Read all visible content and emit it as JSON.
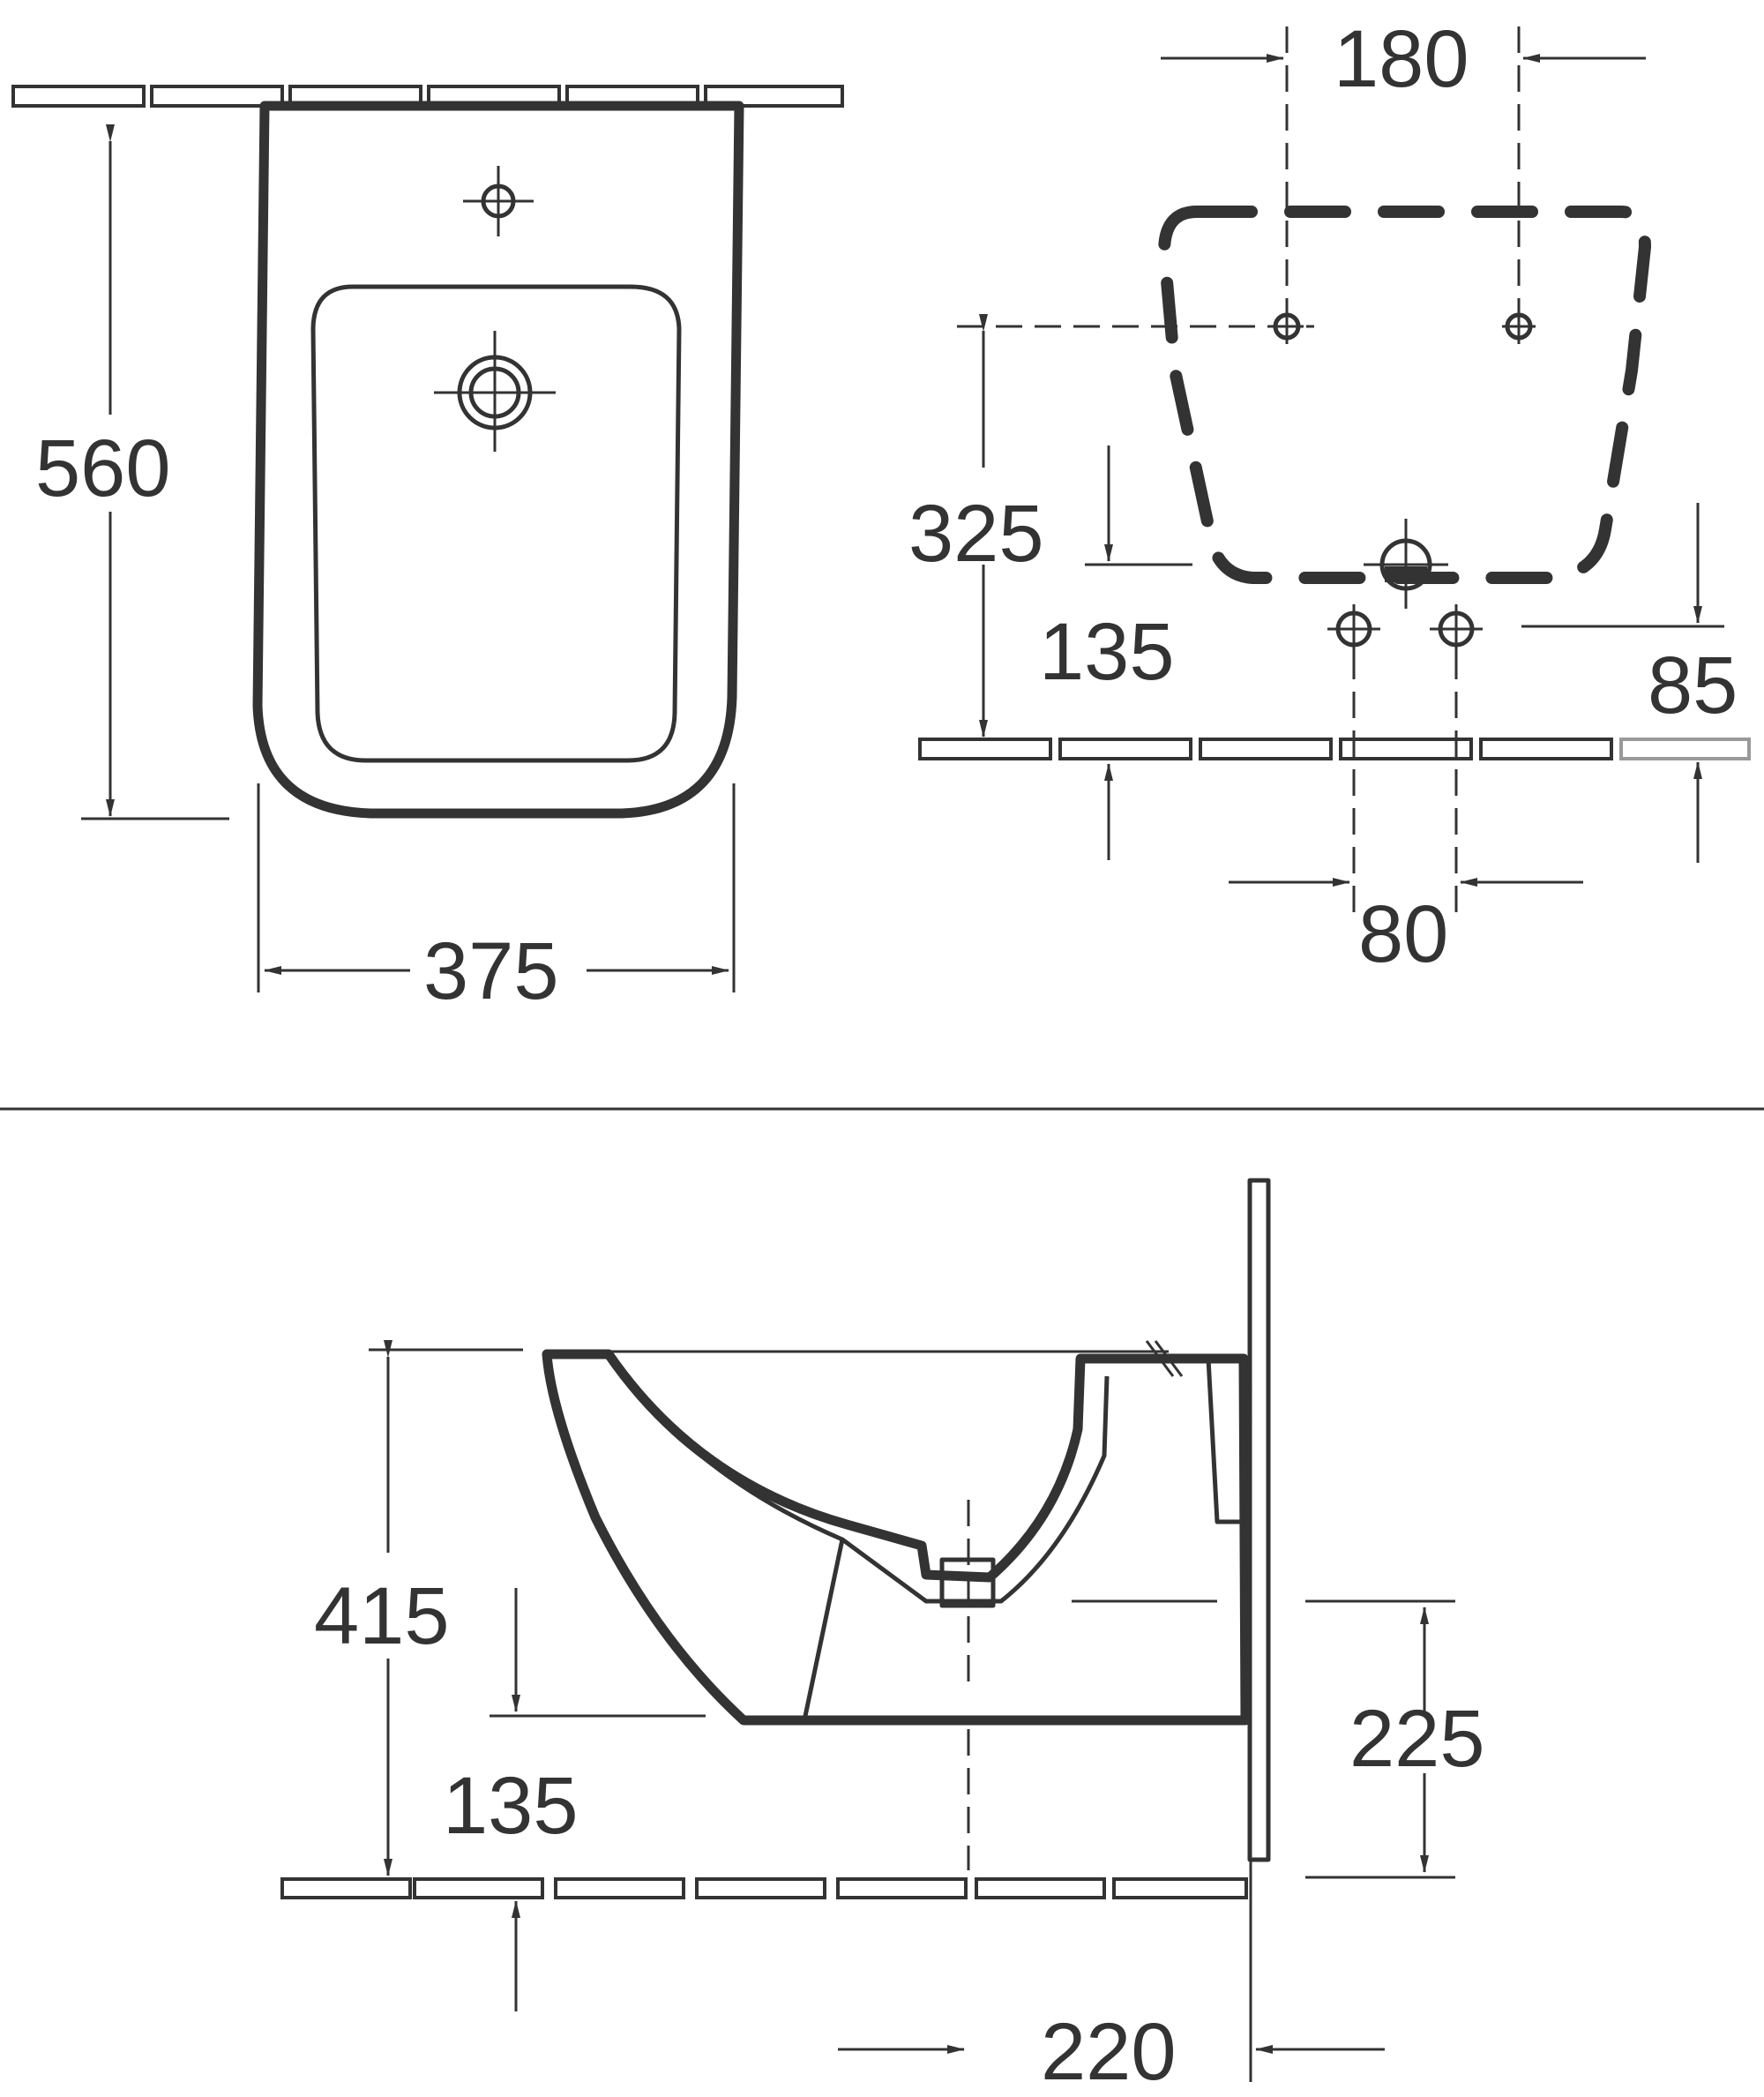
{
  "dimensions": {
    "top_left": {
      "height": "560",
      "width": "375"
    },
    "top_right": {
      "tap_spacing": "180",
      "upper_holes_height": "325",
      "inlet_height": "135",
      "outlet_height": "85",
      "inlet_spacing": "80"
    },
    "bottom": {
      "overall_height": "415",
      "inlet_height": "135",
      "outlet_height": "225",
      "outlet_projection": "220"
    }
  }
}
